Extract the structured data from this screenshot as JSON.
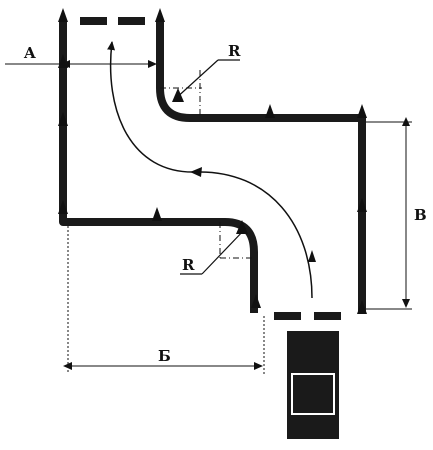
{
  "diagram": {
    "labels": {
      "dim_a": "A",
      "dim_b": "Б",
      "dim_v": "В",
      "radius_top": "R",
      "radius_bottom": "R"
    },
    "colors": {
      "boundary": "#1a1a1a",
      "line": "#111111",
      "cone": "#111111",
      "vehicle": "#1a1a1a",
      "vehicle_window": "#ffffff",
      "background": "#ffffff"
    },
    "icons": {
      "cone": "triangle-cone-icon",
      "vehicle": "vehicle-icon"
    }
  }
}
